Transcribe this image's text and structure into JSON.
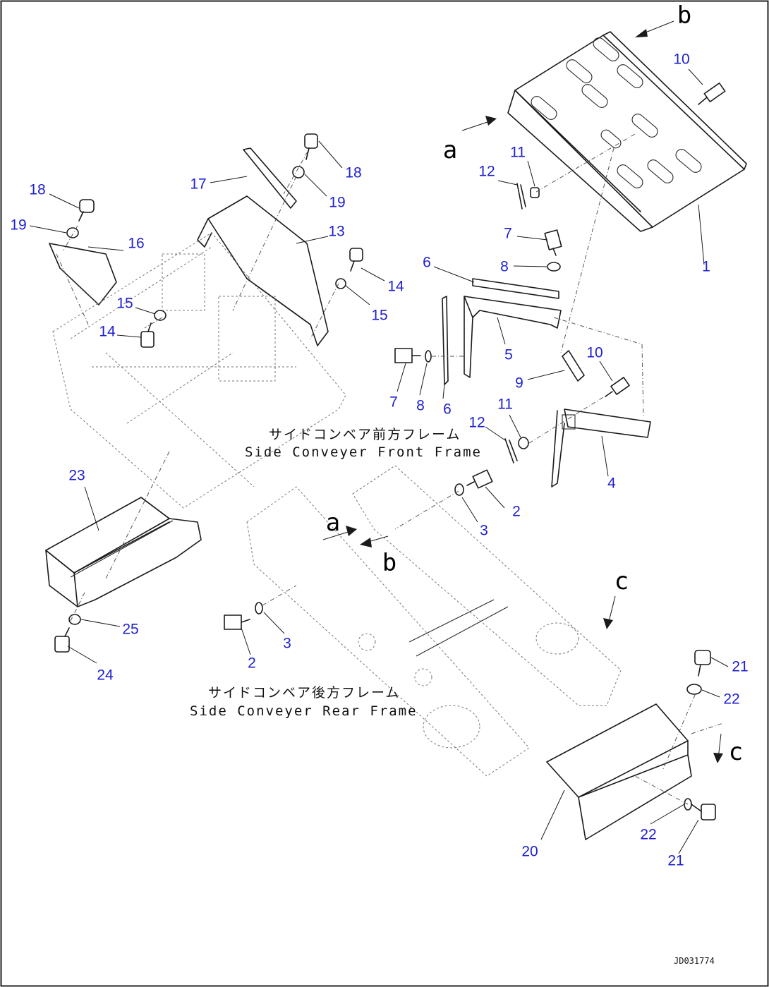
{
  "colors": {
    "callout_number": "#1f1fd0",
    "linework": "#1a1a1a",
    "view_letter": "#111111",
    "background": "#ffffff"
  },
  "callouts": [
    {
      "id": "c-1",
      "label": "1"
    },
    {
      "id": "c-2a",
      "label": "2"
    },
    {
      "id": "c-2b",
      "label": "2"
    },
    {
      "id": "c-3a",
      "label": "3"
    },
    {
      "id": "c-3b",
      "label": "3"
    },
    {
      "id": "c-4",
      "label": "4"
    },
    {
      "id": "c-5",
      "label": "5"
    },
    {
      "id": "c-6a",
      "label": "6"
    },
    {
      "id": "c-6b",
      "label": "6"
    },
    {
      "id": "c-7a",
      "label": "7"
    },
    {
      "id": "c-7b",
      "label": "7"
    },
    {
      "id": "c-8a",
      "label": "8"
    },
    {
      "id": "c-8b",
      "label": "8"
    },
    {
      "id": "c-9",
      "label": "9"
    },
    {
      "id": "c-10a",
      "label": "10"
    },
    {
      "id": "c-10b",
      "label": "10"
    },
    {
      "id": "c-11a",
      "label": "11"
    },
    {
      "id": "c-11b",
      "label": "11"
    },
    {
      "id": "c-12a",
      "label": "12"
    },
    {
      "id": "c-12b",
      "label": "12"
    },
    {
      "id": "c-13",
      "label": "13"
    },
    {
      "id": "c-14a",
      "label": "14"
    },
    {
      "id": "c-14b",
      "label": "14"
    },
    {
      "id": "c-15a",
      "label": "15"
    },
    {
      "id": "c-15b",
      "label": "15"
    },
    {
      "id": "c-16",
      "label": "16"
    },
    {
      "id": "c-17",
      "label": "17"
    },
    {
      "id": "c-18a",
      "label": "18"
    },
    {
      "id": "c-18b",
      "label": "18"
    },
    {
      "id": "c-19a",
      "label": "19"
    },
    {
      "id": "c-19b",
      "label": "19"
    },
    {
      "id": "c-20",
      "label": "20"
    },
    {
      "id": "c-21a",
      "label": "21"
    },
    {
      "id": "c-21b",
      "label": "21"
    },
    {
      "id": "c-22a",
      "label": "22"
    },
    {
      "id": "c-22b",
      "label": "22"
    },
    {
      "id": "c-23",
      "label": "23"
    },
    {
      "id": "c-24",
      "label": "24"
    },
    {
      "id": "c-25",
      "label": "25"
    }
  ],
  "view_letters": [
    {
      "id": "v-b-top",
      "label": "b"
    },
    {
      "id": "v-a-top",
      "label": "a"
    },
    {
      "id": "v-a-mid",
      "label": "a"
    },
    {
      "id": "v-b-mid",
      "label": "b"
    },
    {
      "id": "v-c-top",
      "label": "c"
    },
    {
      "id": "v-c-bot",
      "label": "c"
    }
  ],
  "notes": {
    "front_frame_jp": "サイドコンベア前方フレーム",
    "front_frame_en": "Side Conveyer Front Frame",
    "rear_frame_jp": "サイドコンベア後方フレーム",
    "rear_frame_en": "Side Conveyer Rear Frame"
  },
  "doc_id": "JD031774"
}
